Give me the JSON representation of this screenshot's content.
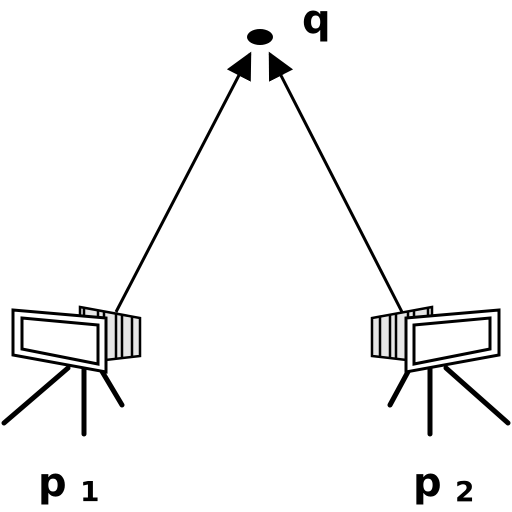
{
  "point": {
    "label": "q"
  },
  "cameras": [
    {
      "label": "p",
      "subscript": "1"
    },
    {
      "label": "p",
      "subscript": "2"
    }
  ],
  "colors": {
    "stroke": "#000000",
    "background": "#ffffff",
    "body_fill": "#ffffff",
    "fold_fill": "#e6e6e6"
  }
}
